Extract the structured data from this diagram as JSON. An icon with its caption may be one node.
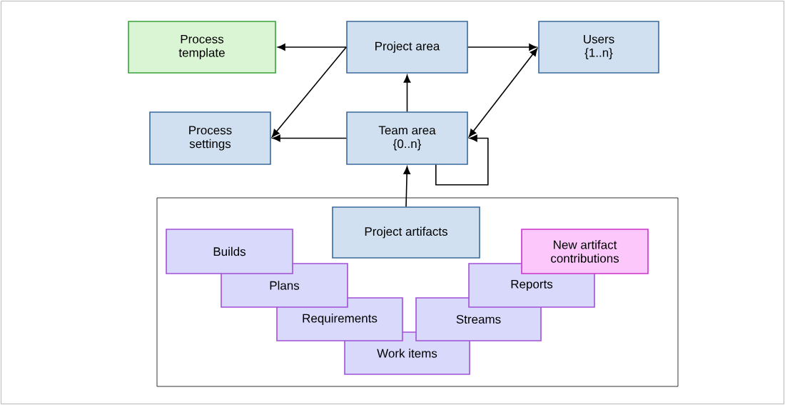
{
  "diagram": {
    "nodes": [
      {
        "text": [
          "Process template"
        ]
      },
      {
        "text": [
          "Project area"
        ]
      },
      {
        "text": [
          "Users {1..n}"
        ]
      },
      {
        "text": [
          "Process settings"
        ]
      },
      {
        "text": [
          "Team area {0..n}"
        ]
      },
      {
        "text": [],
        "shape": "box"
      },
      {
        "text": [
          "Project artifacts"
        ],
        "in": 5
      },
      {
        "text": [
          "Builds"
        ],
        "in": 5
      },
      {
        "text": [
          "New artifact contributions"
        ],
        "in": 5
      },
      {
        "text": [
          "Plans"
        ],
        "in": 5
      },
      {
        "text": [
          "Reports"
        ],
        "in": 5
      },
      {
        "text": [
          "Requirements"
        ],
        "in": 5
      },
      {
        "text": [
          "Streams"
        ],
        "in": 5
      },
      {
        "text": [
          "Work items"
        ],
        "in": 5
      }
    ],
    "edges": [
      {
        "from": 1,
        "to": 0,
        "arrow": "to"
      },
      {
        "from": 1,
        "to": 2,
        "arrow": "to"
      },
      {
        "from": 1,
        "to": 3,
        "arrow": "to"
      },
      {
        "from": 4,
        "to": 1,
        "arrow": "to"
      },
      {
        "from": 4,
        "to": 3,
        "arrow": "to"
      },
      {
        "from": 4,
        "to": 2,
        "arrow": "both"
      },
      {
        "from": 4,
        "to": 4,
        "arrow": "to"
      },
      {
        "from": 6,
        "to": 4,
        "arrow": "to"
      }
    ]
  }
}
